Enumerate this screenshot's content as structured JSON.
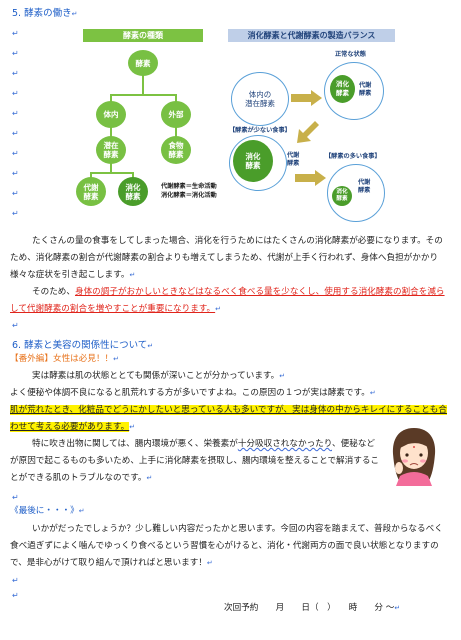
{
  "section5": {
    "heading": "5. 酵素の働き"
  },
  "diagram": {
    "left_title": "酵素の種類",
    "right_title": "消化酵素と代謝酵素の製造バランス",
    "nodes": {
      "root": "酵素",
      "internal": "体内",
      "external": "外部",
      "latent": "潜在\n酵素",
      "food": "食物\n酵素",
      "metabolic": "代謝\n酵素",
      "digestive": "消化\n酵素"
    },
    "legend": [
      "代謝酵素＝生命活動",
      "消化酵素＝消化活動"
    ],
    "balance": {
      "latent_label": "体内の\n潜在酵素",
      "normal_label": "正常な状態",
      "normal_digestive": "消化\n酵素",
      "normal_metabolic": "代謝\n酵素",
      "few_meal_label": "【酵素が少ない食事】",
      "few_digestive": "消化\n酵素",
      "few_metabolic": "代謝\n酵素",
      "many_meal_label": "【酵素の多い食事】",
      "many_digestive": "消化\n酵素",
      "many_metabolic": "代謝\n酵素"
    }
  },
  "para1": "たくさんの量の食事をしてしまった場合、消化を行うためにはたくさんの消化酵素が必要になります。そのため、消化酵素の割合が代謝酵素の割合よりも増えてしまうため、代謝が上手く行われず、身体へ負担がかかり様々な症状を引き起こします。",
  "para2_prefix": "そのため、",
  "para2_red": "身体の調子がおかしいときなどはなるべく食べる量を少なくし、使用する消化酵素の割合を減らして代謝酵素の割合を増やすことが重要になります。",
  "section6": {
    "heading": "6. 酵素と美容の関係性について"
  },
  "extra_title": "【番外編】女性は必見！！",
  "para3_line1": "実は酵素は肌の状態ととても関係が深いことが分かっています。",
  "para3_line2": "よく便秘や体調不良になると肌荒れする方が多いですよね。この原因の１つが実は酵素です。",
  "para3_highlight": "肌が荒れたとき、化粧品でどうにかしたいと思っている人も多いですが、実は身体の中からキレイにすることも合わせて考える必要があります。",
  "para4_a": "特に吹き出物に関しては、腸内環境が悪く、栄養素が",
  "para4_wavy": "十分吸収されなかったり",
  "para4_b": "、便秘などが原因で起こるものも多いため、上手に消化酵素を摂取し、腸内環境を整えることで解消することができる肌のトラブルなのです。",
  "closing_title": "《最後に・・・》",
  "para5": "いかがだったでしょうか？少し難しい内容だったかと思います。今回の内容を踏まえて、普段からなるべく食べ過ぎずによく噛んでゆっくり食べるという習慣を心がけると、消化・代謝両方の面で良い状態となりますので、是非心がけて取り組んで頂ければと思います！",
  "footer": "次回予約　　月　　日（　）　　時　　分 〜",
  "paragraph_mark": "↵",
  "colors": {
    "heading": "#1f5fc8",
    "red": "#e0241b",
    "orange": "#e8731c",
    "highlight": "#fff200",
    "green": "#78c043",
    "navy": "#24467d"
  }
}
